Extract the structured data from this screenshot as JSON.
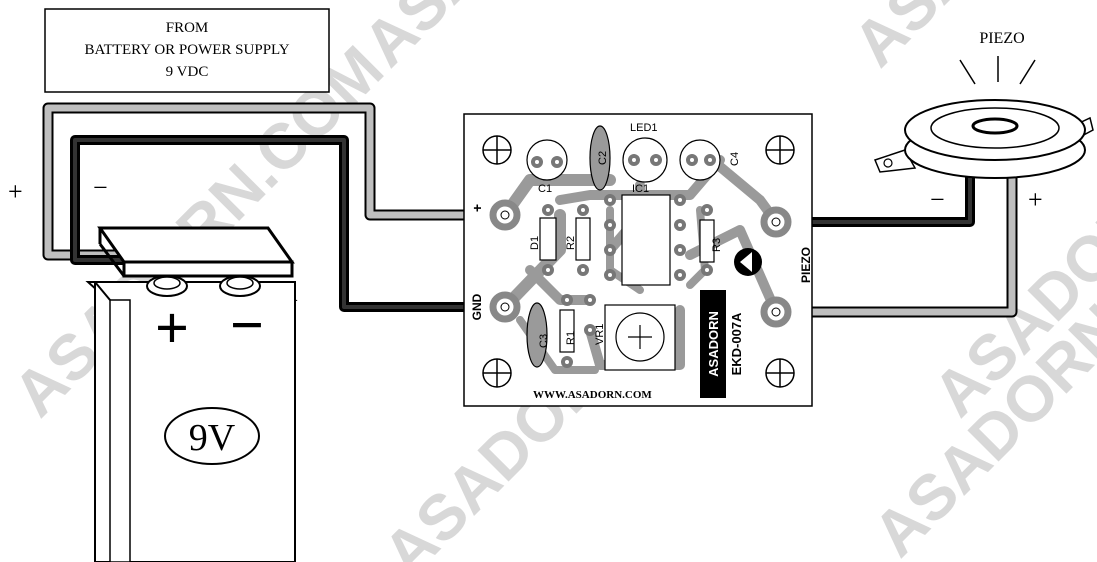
{
  "supply_label": {
    "line1": "FROM",
    "line2": "BATTERY OR POWER SUPPLY",
    "line3": "9 VDC"
  },
  "polarity": {
    "plus": "+",
    "minus": "−"
  },
  "battery": {
    "voltage_label": "9V",
    "plus": "+",
    "minus": "−"
  },
  "piezo": {
    "label": "PIEZO"
  },
  "pcb": {
    "pad_plus": "+",
    "pad_gnd": "GND",
    "piezo_silk": "PIEZO",
    "website": "WWW.ASADORN.COM",
    "brand": "ASADORN",
    "model": "EKD-007A",
    "components": [
      "C1",
      "C2",
      "LED1",
      "C4",
      "IC1",
      "D1",
      "R2",
      "R3",
      "C3",
      "R1",
      "VR1"
    ]
  },
  "watermarks": [
    "ASADORN.COM",
    "ASADORN",
    "ASADORN",
    "ASADORN",
    "ASADORN",
    "ASADORN"
  ],
  "colors": {
    "wire_pos": "#bfbfbf",
    "wire_neg": "#111111",
    "pcb_copper": "#9a9a9a",
    "watermark": "#d8d8d8"
  }
}
